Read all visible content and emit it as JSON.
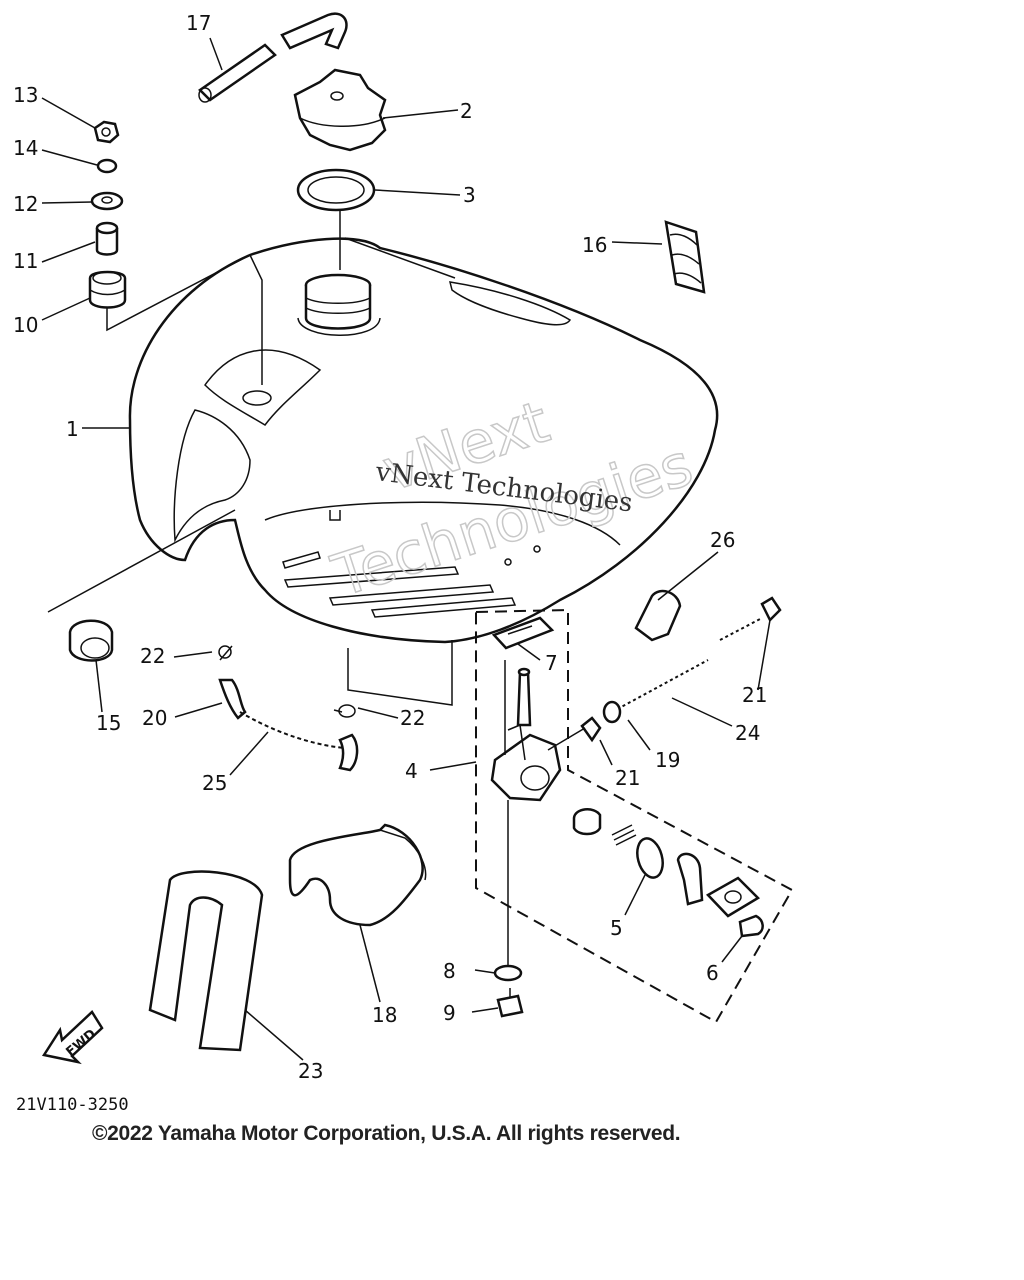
{
  "diagram": {
    "part_numbers": [
      "1",
      "2",
      "3",
      "4",
      "5",
      "6",
      "7",
      "8",
      "9",
      "10",
      "11",
      "12",
      "13",
      "14",
      "15",
      "16",
      "17",
      "18",
      "19",
      "20",
      "21",
      "21",
      "22",
      "22",
      "23",
      "24",
      "25",
      "26"
    ],
    "drawing_code": "21V110-3250",
    "fwd_label": "FWD",
    "watermark_large_line1": "vNext",
    "watermark_large_line2": "Technologies",
    "watermark_small": "vNext Technologies"
  },
  "footer": {
    "copyright": "©2022 Yamaha Motor Corporation, U.S.A. All rights reserved."
  }
}
